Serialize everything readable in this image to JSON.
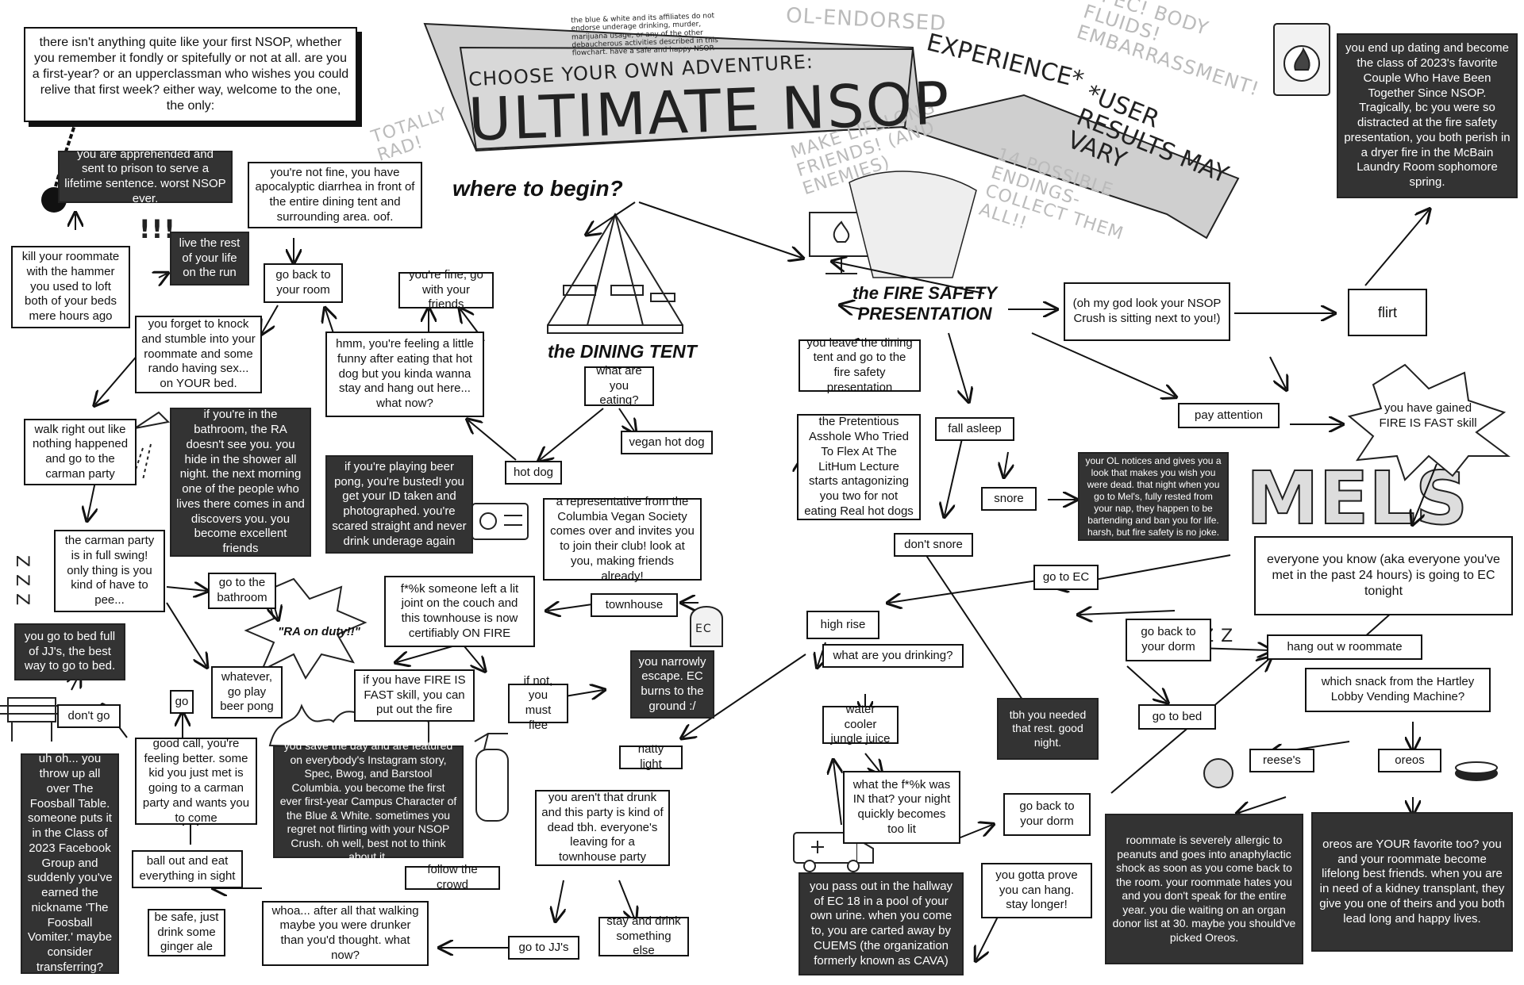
{
  "header": {
    "disclaimer": "the blue & white and its affiliates do not endorse underage drinking, murder, marijuana usage, or any of the other debaucherous activities described in this flowchart. have a safe and happy NSOP.",
    "subtitle": "CHOOSE YOUR OWN ADVENTURE:",
    "title": "ULTIMATE NSOP",
    "title_tail": "EXPERIENCE*",
    "user_results": "*USER RESULTS MAY VARY",
    "intro": "there isn't anything quite like your first NSOP, whether you remember it fondly or spitefully or not at all. are you a first-year? or an upperclassman who wishes you could relive that first week? either way, welcome to the one, the only:"
  },
  "doodles": {
    "ol_endorsed": "OL-ENDORSED",
    "spec_body": "SPEC! BODY FLUIDS! EMBARRASSMENT!",
    "totally_rad": "TOTALLY RAD!",
    "lifelong": "MAKE LIFELONG FRIENDS! (and enemies)",
    "endings": "14 POSSIBLE ENDINGS- collect them all!!",
    "mels_sign": "MELS",
    "ec_tomb": "EC",
    "zzz": "Z Z Z",
    "bang": "!!!"
  },
  "headings": {
    "where_to_begin": "where to begin?",
    "dining_tent": "the DINING TENT",
    "fire_safety": "the FIRE SAFETY PRESENTATION"
  },
  "nodes": {
    "prison": "you are apprehended and sent to prison to serve a lifetime sentence. worst NSOP ever.",
    "kill_roommate": "kill your roommate with the hammer you used to loft both of your beds mere hours ago",
    "live_on_run": "live the rest of your life on the run",
    "not_fine": "you're not fine, you have apocalyptic diarrhea in front of the entire dining tent and surrounding area. oof.",
    "go_back_room": "go back to your room",
    "youre_fine": "you're fine, go with your friends",
    "forget_knock": "you forget to knock and stumble into your roommate and some rando having sex... on YOUR bed.",
    "feeling_funny": "hmm, you're feeling a little funny after eating that hot dog but you kinda wanna stay and hang out here... what now?",
    "walk_out": "walk right out like nothing happened and go to the carman party",
    "ra_bathroom": "if you're in the bathroom, the RA doesn't see you. you hide in the shower all night. the next morning one of the people who lives there comes in and discovers you. you become excellent friends",
    "beer_pong_bust": "if you're playing beer pong, you're busted! you get your ID taken and photographed. you're scared straight and never drink underage again",
    "what_eating": "what are you eating?",
    "hot_dog": "hot dog",
    "vegan_hot_dog": "vegan hot dog",
    "vegan_society": "a representative from the Columbia Vegan Society comes over and invites you to join their club! look at you, making friends already!",
    "carman_party": "the carman party is in full swing! only thing is you kind of have to pee...",
    "go_bathroom": "go to the bathroom",
    "ra_on_duty": "\"RA on duty!!\"",
    "beer_pong": "whatever, go play beer pong",
    "lit_joint": "f*%k someone left a lit joint on the couch and this townhouse is now certifiably ON FIRE",
    "townhouse": "townhouse",
    "bed_jjs": "you go to bed full of JJ's, the best way to go to bed.",
    "dont_go": "don't go",
    "go": "go",
    "good_call": "good call, you're feeling better. some kid you just met is going to a carman party and wants you to come",
    "fire_fast_putout": "if you have FIRE IS FAST skill, you can put out the fire",
    "if_not_flee": "if not, you must flee",
    "narrow_escape": "you narrowly escape. EC burns to the ground :/",
    "save_day": "you save the day and are featured on everybody's Instagram story, Spec, Bwog, and Barstool Columbia. you become the first ever first-year Campus Character of the Blue & White. sometimes you regret not flirting with your NSOP Crush. oh well, best not to think about it.",
    "throw_up": "uh oh... you throw up all over The Foosball Table. someone puts it in the Class of 2023 Facebook Group and suddenly you've earned the nickname 'The Foosball Vomiter.' maybe consider transferring?",
    "ball_out": "ball out and eat everything in sight",
    "be_safe": "be safe, just drink some ginger ale",
    "whoa_walking": "whoa... after all that walking maybe you were drunker than you'd thought. what now?",
    "natty_light": "natty light",
    "not_drunk": "you aren't that drunk and this party is kind of dead tbh. everyone's leaving for a townhouse party",
    "follow_crowd": "follow the crowd",
    "go_jjs": "go to JJ's",
    "stay_drink": "stay and drink something else",
    "leave_dining": "you leave the dining tent and go to the fire safety presentation",
    "pretentious": "the Pretentious Asshole Who Tried To Flex At The LitHum Lecture starts antagonizing you two for not eating Real hot dogs",
    "fall_asleep": "fall asleep",
    "snore": "snore",
    "dont_snore": "don't snore",
    "ol_notices": "your OL notices and gives you a look that makes you wish you were dead. that night when you go to Mel's, fully rested from your nap, they happen to be bartending and ban you for life. harsh, but fire safety is no joke.",
    "go_ec": "go to EC",
    "high_rise": "high rise",
    "what_drinking": "what are you drinking?",
    "jungle_juice": "water cooler jungle juice",
    "whats_in_that": "what the f*%k was IN that? your night quickly becomes too lit",
    "go_back_dorm1": "go back to your dorm",
    "prove_hang": "you gotta prove you can hang. stay longer!",
    "pass_out": "you pass out in the hallway of EC 18 in a pool of your own urine. when you come to, you are carted away by CUEMS (the organization formerly known as CAVA)",
    "tbh_rest": "tbh you needed that rest. good night.",
    "go_back_dorm2": "go back to your dorm",
    "go_bed": "go to bed",
    "crush": "(oh my god look your NSOP Crush is sitting next to you!)",
    "flirt": "flirt",
    "pay_attention": "pay attention",
    "fire_fast_skill": "you have gained FIRE IS FAST skill",
    "everyone_ec": "everyone you know (aka everyone you've met in the past 24 hours) is going to EC tonight",
    "hang_roommate": "hang out w roommate",
    "which_snack": "which snack from the Hartley Lobby Vending Machine?",
    "reeses": "reese's",
    "oreos": "oreos",
    "allergic": "roommate is severely allergic to peanuts and goes into anaphylactic shock as soon as you come back to the room. your roommate hates you and you don't speak for the entire year. you die waiting on an organ donor list at 30. maybe you should've picked Oreos.",
    "oreo_friends": "oreos are YOUR favorite too? you and your roommate become lifelong best friends. when you are in need of a kidney transplant, they give you one of theirs and you both lead long and happy lives.",
    "couple": "you end up dating and become the class of 2023's favorite Couple Who Have Been Together Since NSOP. Tragically, bc you were so distracted at the fire safety presentation, you both perish in a dryer fire in the McBain Laundry Room sophomore spring."
  },
  "colors": {
    "ink": "#111111",
    "dark_box": "#333333",
    "faint": "#bbbbbb",
    "banner": "#cfcfcf"
  },
  "icons": [
    "ball-and-chain-icon",
    "tent-icon",
    "projector-icon",
    "washing-machine-icon",
    "fire-extinguisher-icon",
    "ambulance-icon",
    "id-card-icon",
    "shower-icon",
    "foosball-icon",
    "tombstone-icon",
    "bottle-cap-icon",
    "oreo-icon",
    "heart-icon"
  ]
}
